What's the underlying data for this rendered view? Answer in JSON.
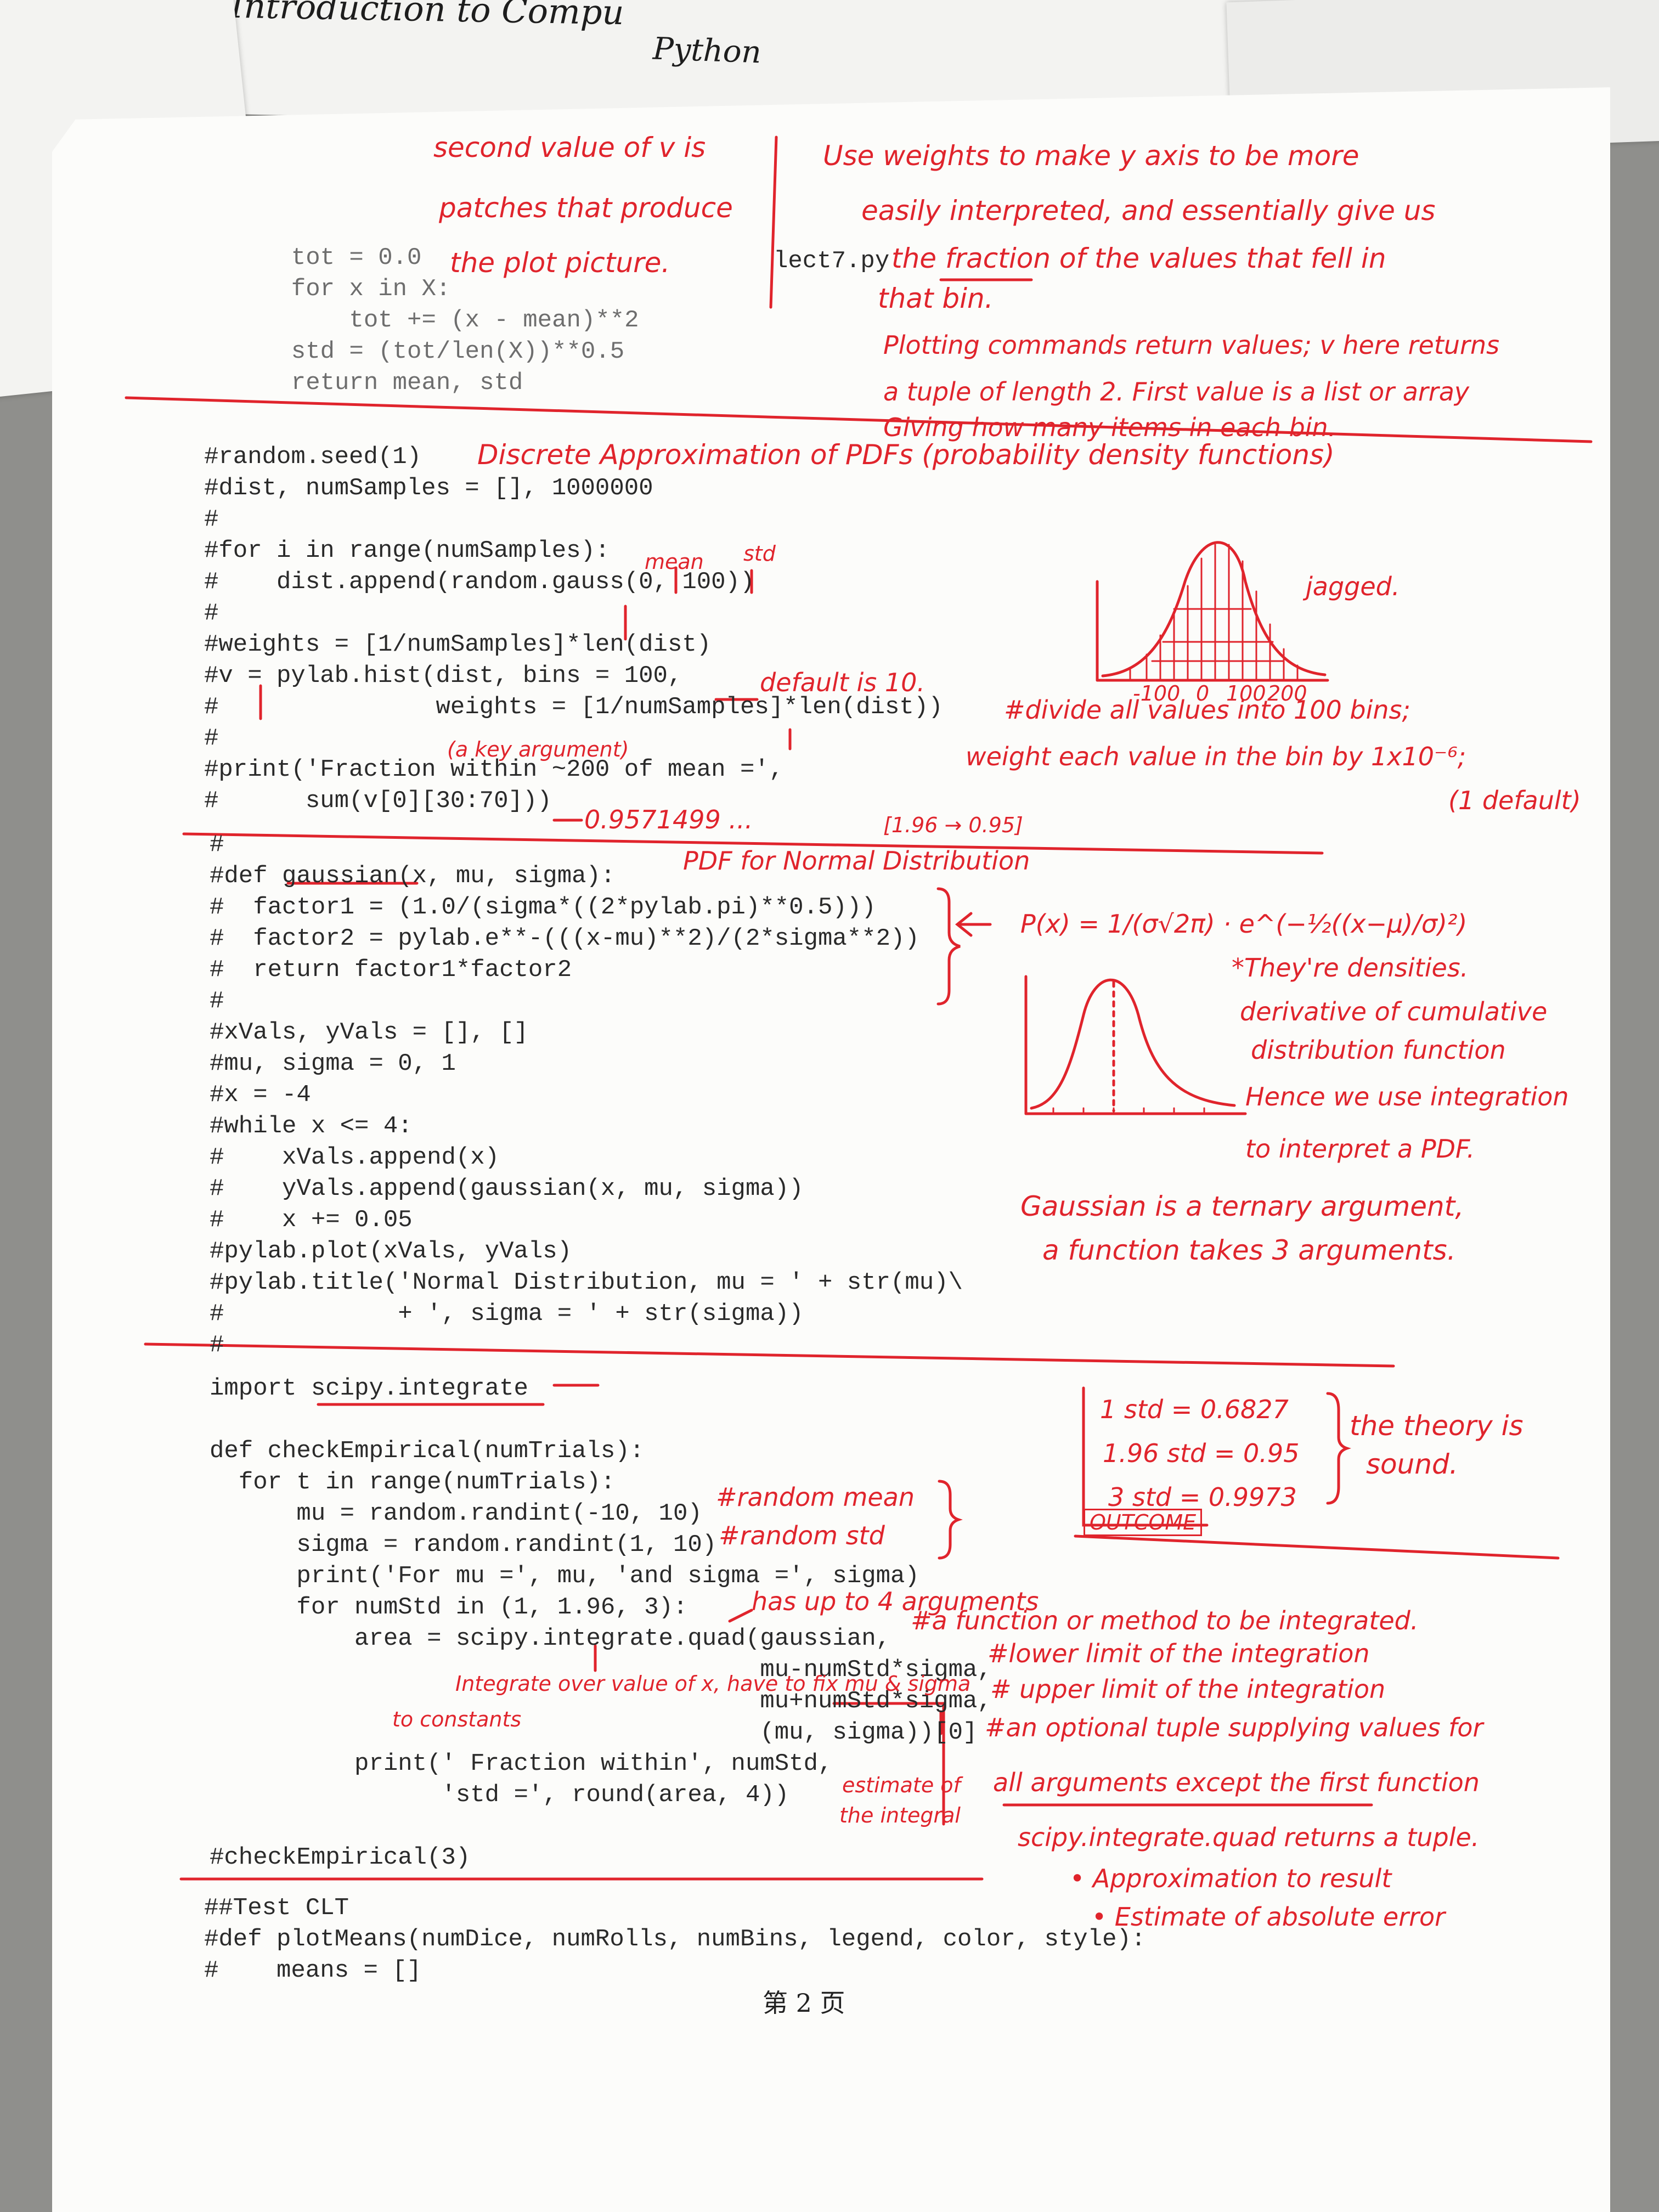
{
  "background_sheets": {
    "top_heading": "Introduction to Compu",
    "second_heading": "Python"
  },
  "code_blocks": {
    "block1": "  tot = 0.0\n  for x in X:\n      tot += (x - mean)**2\n  std = (tot/len(X))**0.5\n  return mean, std",
    "block2": "#random.seed(1)\n#dist, numSamples = [], 1000000\n#\n#for i in range(numSamples):\n#    dist.append(random.gauss(0, 100))\n#\n#weights = [1/numSamples]*len(dist)\n#v = pylab.hist(dist, bins = 100,\n#               weights = [1/numSamples]*len(dist))\n#\n#print('Fraction within ~200 of mean =',\n#      sum(v[0][30:70]))",
    "block3": "#\n#def gaussian(x, mu, sigma):\n#  factor1 = (1.0/(sigma*((2*pylab.pi)**0.5)))\n#  factor2 = pylab.e**-(((x-mu)**2)/(2*sigma**2))\n#  return factor1*factor2\n#\n#xVals, yVals = [], []\n#mu, sigma = 0, 1\n#x = -4\n#while x <= 4:\n#    xVals.append(x)\n#    yVals.append(gaussian(x, mu, sigma))\n#    x += 0.05\n#pylab.plot(xVals, yVals)\n#pylab.title('Normal Distribution, mu = ' + str(mu)\\\n#            + ', sigma = ' + str(sigma))\n#",
    "block4": "import scipy.integrate\n\ndef checkEmpirical(numTrials):\n  for t in range(numTrials):\n      mu = random.randint(-10, 10)\n      sigma = random.randint(1, 10)\n      print('For mu =', mu, 'and sigma =', sigma)\n      for numStd in (1, 1.96, 3):\n          area = scipy.integrate.quad(gaussian,\n                                      mu-numStd*sigma,\n                                      mu+numStd*sigma,\n                                      (mu, sigma))[0]\n          print(' Fraction within', numStd,\n                'std =', round(area, 4))\n\n#checkEmpirical(3)",
    "block5": "##Test CLT\n#def plotMeans(numDice, numRolls, numBins, legend, color, style):\n#    means = []"
  },
  "header_filename": "lect7.py",
  "page_number": "第 2 页",
  "handwritten_notes": {
    "second_value_1": "second value of v is",
    "second_value_2": "patches that produce",
    "second_value_3": "the plot picture.",
    "weights_1": "Use weights to make y axis to be more",
    "weights_2": "easily interpreted, and essentially give us",
    "weights_3": "the fraction of the values that fell in",
    "weights_4": "that bin.",
    "plotting_1": "Plotting commands return values; v here returns",
    "plotting_2": "a tuple of length 2. First value is a list or array",
    "plotting_3": "Giving how many items in each bin.",
    "discrete_title": "Discrete Approximation of PDFs (probability density functions)",
    "mean_label": "mean",
    "std_label": "std",
    "jagged": "jagged.",
    "default_bins": "default is 10.",
    "divide_1": "#divide all values into 100 bins;",
    "divide_2": "weight each value in the bin by 1x10⁻⁶;",
    "divide_3": "(1 default)",
    "key_argument": "(a key argument)",
    "fraction_result": "0.9571499 ...",
    "interval_note": "[1.96 → 0.95]",
    "pdf_normal": "PDF for Normal Distribution",
    "pdf_formula": "P(x) = 1/(σ√2π) · e^(−½((x−μ)/σ)²)",
    "densities_1": "*They're densities.",
    "densities_2": "derivative of cumulative",
    "densities_3": "distribution function",
    "densities_4": "Hence we use integration",
    "densities_5": "to interpret a PDF.",
    "gaussian_1": "Gaussian is a ternary argument,",
    "gaussian_2": "a function takes 3 arguments.",
    "std1": "1 std = 0.6827",
    "std196": "1.96 std = 0.95",
    "std3": "3 std = 0.9973",
    "outcome": "OUTCOME",
    "theory_1": "the theory is",
    "theory_2": "sound.",
    "random_mean": "#random mean",
    "random_std": "#random std",
    "up_to_4": "has up to 4 arguments",
    "func_integrated": "#a function or method to be integrated.",
    "lower_limit": "#lower limit of the integration",
    "upper_limit": "# upper limit of the integration",
    "optional_tuple_1": "#an optional tuple supplying values for",
    "optional_tuple_2": "all arguments except the first function",
    "integrate_over_1": "Integrate over value of x, have to fix mu & sigma",
    "integrate_over_2": "to constants",
    "estimate_1": "estimate of",
    "estimate_2": "the integral",
    "quad_returns": "scipy.integrate.quad returns a tuple.",
    "approx": "• Approximation to result",
    "estimate_err": "• Estimate of absolute error",
    "tick_0": "0",
    "tick_100": "100",
    "tick_200": "200",
    "tick_m100": "-100"
  },
  "colors": {
    "ink_red": "#e0242c",
    "code_ink": "#2a2a2a",
    "paper": "#fcfcfa"
  }
}
